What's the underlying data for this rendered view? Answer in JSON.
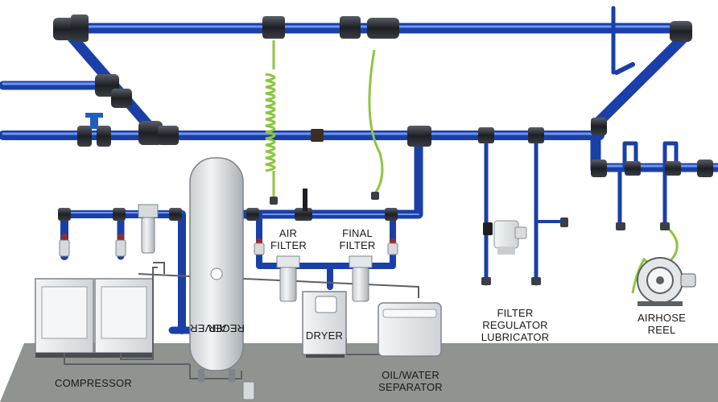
{
  "labels": {
    "compressor": "COMPRESSOR",
    "air_receiver_line1": "AIR",
    "air_receiver_line2": "RECEIVER",
    "air_filter_line1": "AIR",
    "air_filter_line2": "FILTER",
    "final_filter_line1": "FINAL",
    "final_filter_line2": "FILTER",
    "dryer": "DRYER",
    "ows_line1": "OIL/WATER",
    "ows_line2": "SEPARATOR",
    "frl_line1": "FILTER",
    "frl_line2": "REGULATOR",
    "frl_line3": "LUBRICATOR",
    "airhose_line1": "AIRHOSE",
    "airhose_line2": "REEL"
  },
  "colors": {
    "pipe": "#1f4fc4",
    "pipe_highlight": "#6f95ee",
    "fitting": "#26282d",
    "floor": "#8c918e",
    "equipment": "#e8eaeb",
    "receiver": "#dfe3e6",
    "hose": "#8dc63f"
  }
}
